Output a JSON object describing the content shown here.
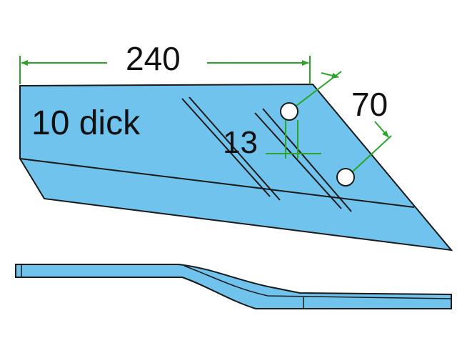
{
  "labels": {
    "length": "240",
    "spacing": "70",
    "hole": "13",
    "thickness": "10 dick"
  },
  "colors": {
    "steel": "#6fc3ec",
    "steel_dark": "#55b0dc",
    "outline": "#1a1a1a",
    "dimension": "#2aa52a",
    "text": "#111111"
  }
}
